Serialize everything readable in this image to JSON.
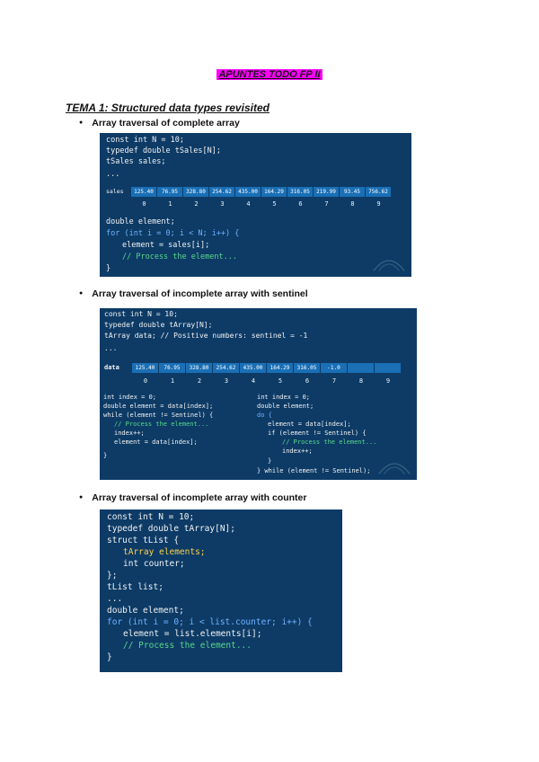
{
  "doc": {
    "title": "APUNTES TODO FP II",
    "heading": "TEMA 1: Structured data types revisited"
  },
  "section1": {
    "bullet": "Array traversal of complete array",
    "lines": {
      "l1": "const int N = 10;",
      "l2": "typedef double tSales[N];",
      "l3": "tSales sales;",
      "l4": "...",
      "l5": "double element;",
      "l6": "for (int i = 0; i < N; i++) {",
      "l7": "element = sales[i];",
      "l8": "// Process the element...",
      "l9": "}"
    },
    "array_label": "sales",
    "values": [
      "125.40",
      "76.95",
      "328.80",
      "254.62",
      "435.00",
      "164.29",
      "316.05",
      "219.99",
      "93.45",
      "756.62"
    ],
    "indices": [
      "0",
      "1",
      "2",
      "3",
      "4",
      "5",
      "6",
      "7",
      "8",
      "9"
    ]
  },
  "section2": {
    "bullet": "Array traversal of incomplete array with sentinel",
    "lines": {
      "l1": "const int N = 10;",
      "l2": "typedef double tArray[N];",
      "l3": "tArray data; // Positive numbers: sentinel = -1",
      "l4": "..."
    },
    "array_label": "data",
    "values": [
      "125.40",
      "76.95",
      "328.80",
      "254.62",
      "435.00",
      "164.29",
      "316.05",
      "-1.0",
      "",
      ""
    ],
    "indices": [
      "0",
      "1",
      "2",
      "3",
      "4",
      "5",
      "6",
      "7",
      "8",
      "9"
    ],
    "left": {
      "l1": "int index = 0;",
      "l2": "double element = data[index];",
      "l3": "while (element != Sentinel) {",
      "l4": "// Process the element...",
      "l5": "index++;",
      "l6": "element = data[index];",
      "l7": "}"
    },
    "right": {
      "l1": "int index = 0;",
      "l2": "double element;",
      "l3": "do {",
      "l4": "element = data[index];",
      "l5": "if (element != Sentinel) {",
      "l6": "// Process the element...",
      "l7": "index++;",
      "l8": "}",
      "l9": "} while (element != Sentinel);"
    }
  },
  "section3": {
    "bullet": "Array traversal of incomplete array with counter",
    "lines": {
      "l1": "const int N = 10;",
      "l2": "typedef double tArray[N];",
      "l3": "struct tList {",
      "l4": "tArray elements;",
      "l5": "int counter;",
      "l6": "};",
      "l7": "tList list;",
      "l8": "...",
      "l9": "double element;",
      "l10": "for (int i = 0; i < list.counter; i++) {",
      "l11": "element = list.elements[i];",
      "l12": "// Process the element...",
      "l13": "}"
    }
  },
  "colors": {
    "code_bg": "#0d3b66",
    "keyword": "#6fb2ff",
    "type": "#ffd24a",
    "comment": "#59d88a",
    "highlight": "#ff00ff",
    "array_cell": "#1a6fb5"
  }
}
